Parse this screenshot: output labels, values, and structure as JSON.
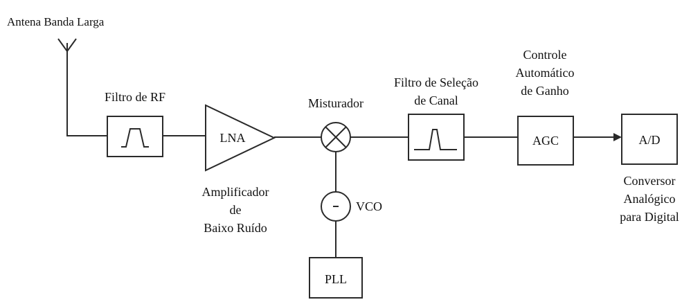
{
  "labels": {
    "antenna": "Antena Banda Larga",
    "rf_filter": "Filtro de RF",
    "lna_block": "LNA",
    "lna_caption": [
      "Amplificador",
      "de",
      "Baixo Ruído"
    ],
    "mixer": "Misturador",
    "vco": "VCO",
    "pll": "PLL",
    "channel_filter": [
      "Filtro de Seleção",
      "de Canal"
    ],
    "agc_caption": [
      "Controle",
      "Automático",
      "de Ganho"
    ],
    "agc_block": "AGC",
    "adc_block": "A/D",
    "adc_caption": [
      "Conversor",
      "Analógico",
      "para Digital"
    ]
  },
  "colors": {
    "stroke": "#2a2a2a",
    "text": "#111111",
    "background": "#ffffff"
  }
}
